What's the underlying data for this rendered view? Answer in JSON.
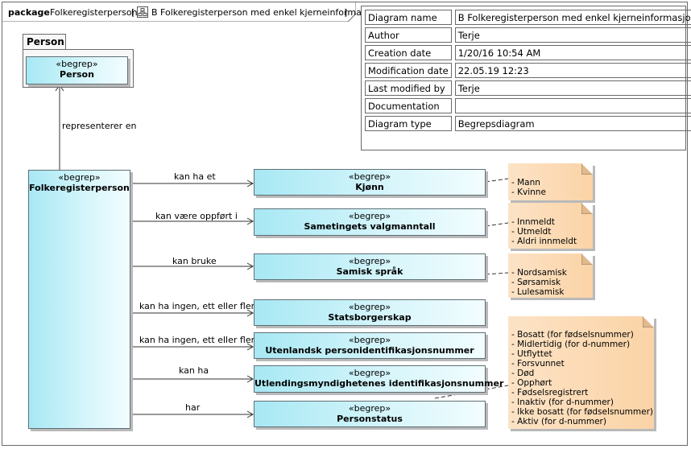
{
  "frame": {
    "keyword": "package",
    "package_name": "Folkeregisterperson",
    "bracket_open": "[",
    "diagram_name": "B Folkeregisterperson med enkel kjerneinformasjon",
    "bracket_close": "]"
  },
  "package": {
    "name": "Person",
    "element": {
      "stereotype": "«begrep»",
      "name": "Person"
    }
  },
  "info_table": [
    {
      "key": "Diagram name",
      "value": "B Folkeregisterperson med enkel kjerneinformasjon"
    },
    {
      "key": "Author",
      "value": "Terje"
    },
    {
      "key": "Creation date",
      "value": "1/20/16 10:54 AM"
    },
    {
      "key": "Modification date",
      "value": "22.05.19 12:23"
    },
    {
      "key": "Last modified by",
      "value": "Terje"
    },
    {
      "key": "Documentation",
      "value": ""
    },
    {
      "key": "Diagram type",
      "value": "Begrepsdiagram"
    }
  ],
  "main": {
    "stereotype": "«begrep»",
    "name": "Folkeregisterperson"
  },
  "generalization_label": "representerer en",
  "concepts": [
    {
      "stereotype": "«begrep»",
      "name": "Kjønn",
      "association": "kan ha et"
    },
    {
      "stereotype": "«begrep»",
      "name": "Sametingets valgmanntall",
      "association": "kan være oppført i"
    },
    {
      "stereotype": "«begrep»",
      "name": "Samisk språk",
      "association": "kan bruke"
    },
    {
      "stereotype": "«begrep»",
      "name": "Statsborgerskap",
      "association": "kan ha ingen, ett eller flere"
    },
    {
      "stereotype": "«begrep»",
      "name": "Utenlandsk personidentifikasjonsnummer",
      "association": "kan ha ingen, ett eller flere"
    },
    {
      "stereotype": "«begrep»",
      "name": "Utlendingsmyndighetenes identifikasjonsnummer",
      "association": "kan ha"
    },
    {
      "stereotype": "«begrep»",
      "name": "Personstatus",
      "association": "har"
    }
  ],
  "notes": [
    {
      "items": [
        "- Mann",
        "- Kvinne"
      ]
    },
    {
      "items": [
        "- Innmeldt",
        "- Utmeldt",
        "- Aldri innmeldt"
      ]
    },
    {
      "items": [
        "- Nordsamisk",
        "- Sørsamisk",
        "- Lulesamisk"
      ]
    },
    {
      "items": [
        "- Bosatt (for fødselsnummer)",
        "- Midlertidig (for d-nummer)",
        "- Utflyttet",
        "- Forsvunnet",
        "- Død",
        "- Opphørt",
        "- Fødselsregistrert",
        "- Inaktiv (for d-nummer)",
        "- Ikke bosatt (for fødselsnummer)",
        "- Aktiv (for d-nummer)"
      ]
    }
  ],
  "colors": {
    "box_fill": "#bdf0f8",
    "note_fill": "#fbd9b4",
    "line": "#333333"
  }
}
